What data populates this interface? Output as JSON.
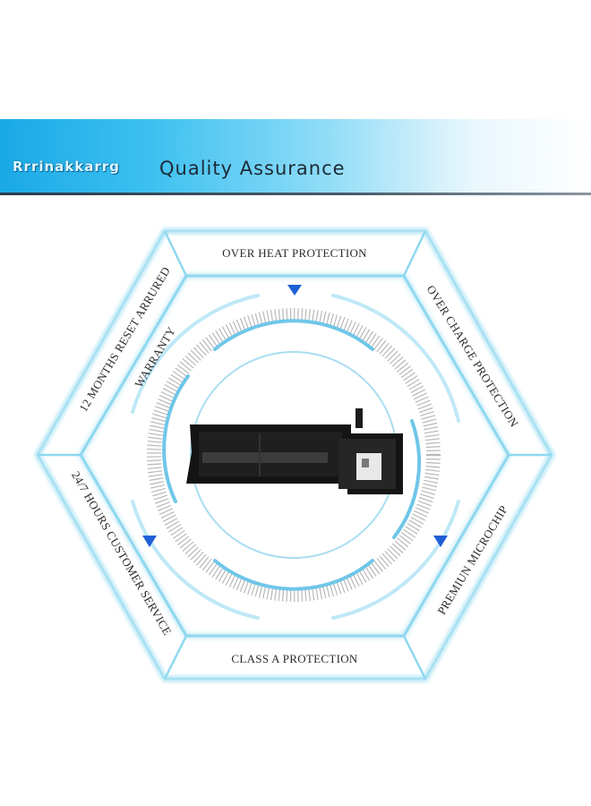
{
  "header": {
    "brand_text": "Rrrinakkarrg",
    "title": "Quality Assurance"
  },
  "features": {
    "top": "OVER HEAT PROTECTION",
    "top_right": "OVER CHARGE PROTECTION",
    "bottom_right": "PREMIUN MICROCHIP",
    "bottom": "CLASS A PROTECTION",
    "bottom_left": "24/7 HOURS CUSTOMER SERVICE",
    "top_left_line1": "12 MONTHS RESET ARRURED",
    "top_left_line2": "WARRANTY"
  },
  "colors": {
    "accent": "#2aa6e0",
    "hex_stroke": "#7fd0ec",
    "arrow": "#1f5fd6"
  }
}
